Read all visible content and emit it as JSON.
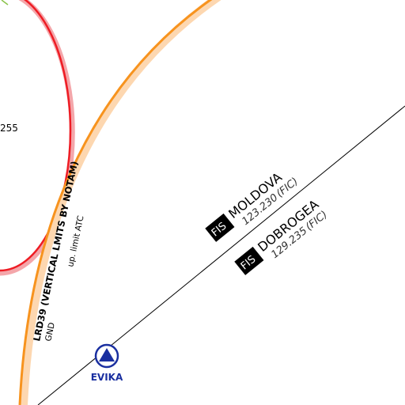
{
  "map": {
    "colors": {
      "zone_orange": "#f7931e",
      "zone_orange_halo": "#fdd7b0",
      "zone_red": "#ee1c24",
      "zone_red_halo": "#f4a6aa",
      "boundary": "#000000",
      "waypoint": "#1a2fa0",
      "fis_badge": "#000000"
    },
    "restricted_zone": {
      "name": "LRD39 (VERTICAL LMITS BY NOTAM)",
      "upper_limit": "up. limit ATC",
      "lower_limit": "GND"
    },
    "fir_sectors": [
      {
        "badge": "FIS",
        "name": "MOLDOVA",
        "frequency": "123.230",
        "service": "(FIC)"
      },
      {
        "badge": "FIS",
        "name": "DOBROGEA",
        "frequency": "129.235",
        "service": "(FIC)"
      }
    ],
    "waypoint": {
      "name": "EVIKA",
      "icon": "triangle-in-circle-icon"
    },
    "cut_label": "255"
  }
}
